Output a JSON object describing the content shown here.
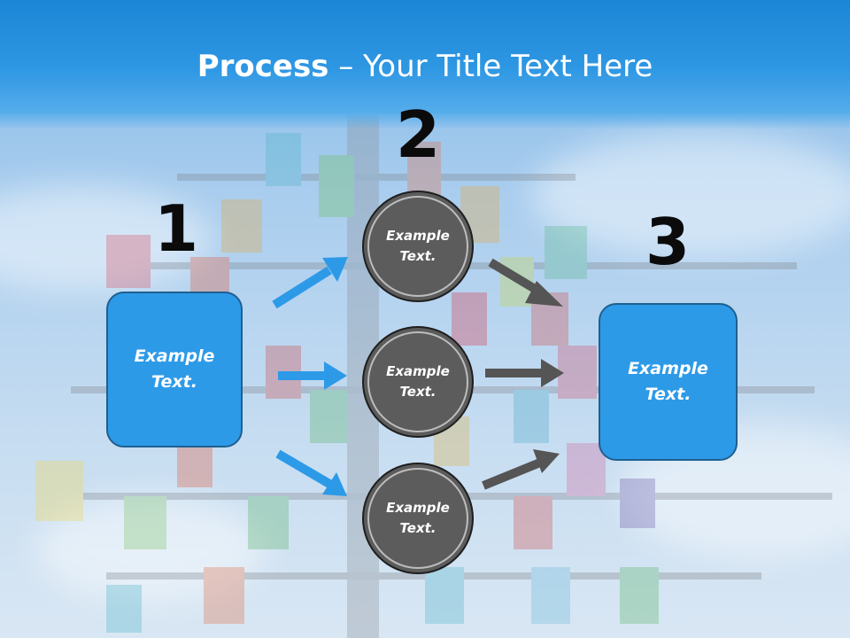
{
  "slide": {
    "title_bold": "Process",
    "title_rest": " – Your Title Text Here"
  },
  "steps": {
    "n1": "1",
    "n2": "2",
    "n3": "3"
  },
  "boxes": {
    "left": "Example\nText.",
    "right": "Example\nText."
  },
  "circles": {
    "top": "Example\nText.",
    "middle": "Example\nText.",
    "bottom": "Example\nText."
  },
  "colors": {
    "title_bar": "#2e97e3",
    "box_fill": "#2d9ae8",
    "circle_fill": "#5c5c5c",
    "arrow_blue": "#2d9ae8",
    "arrow_gray": "#555555"
  }
}
